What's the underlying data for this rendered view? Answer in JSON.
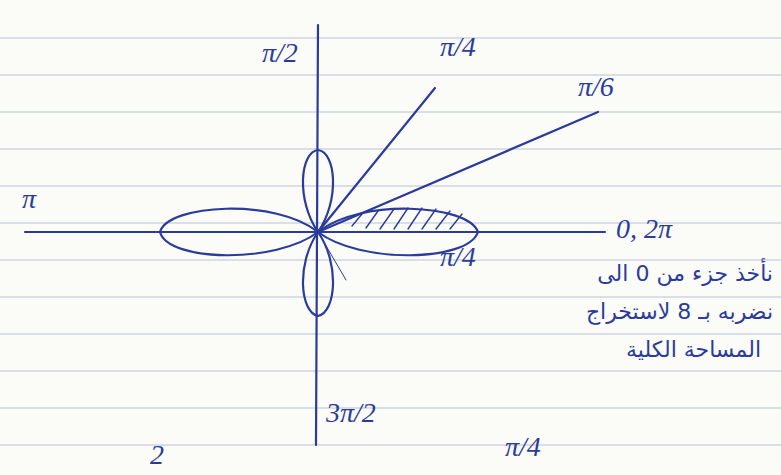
{
  "diagram": {
    "labels": [
      "π/2",
      "π/4",
      "π/6",
      "π",
      "0, 2π",
      "3π/2",
      "نأخذ جزء من 0 الى",
      "π/4",
      "نضربه بـ 8 لاستخراج",
      "المساحة الكلية",
      "2",
      "π/4"
    ]
  }
}
